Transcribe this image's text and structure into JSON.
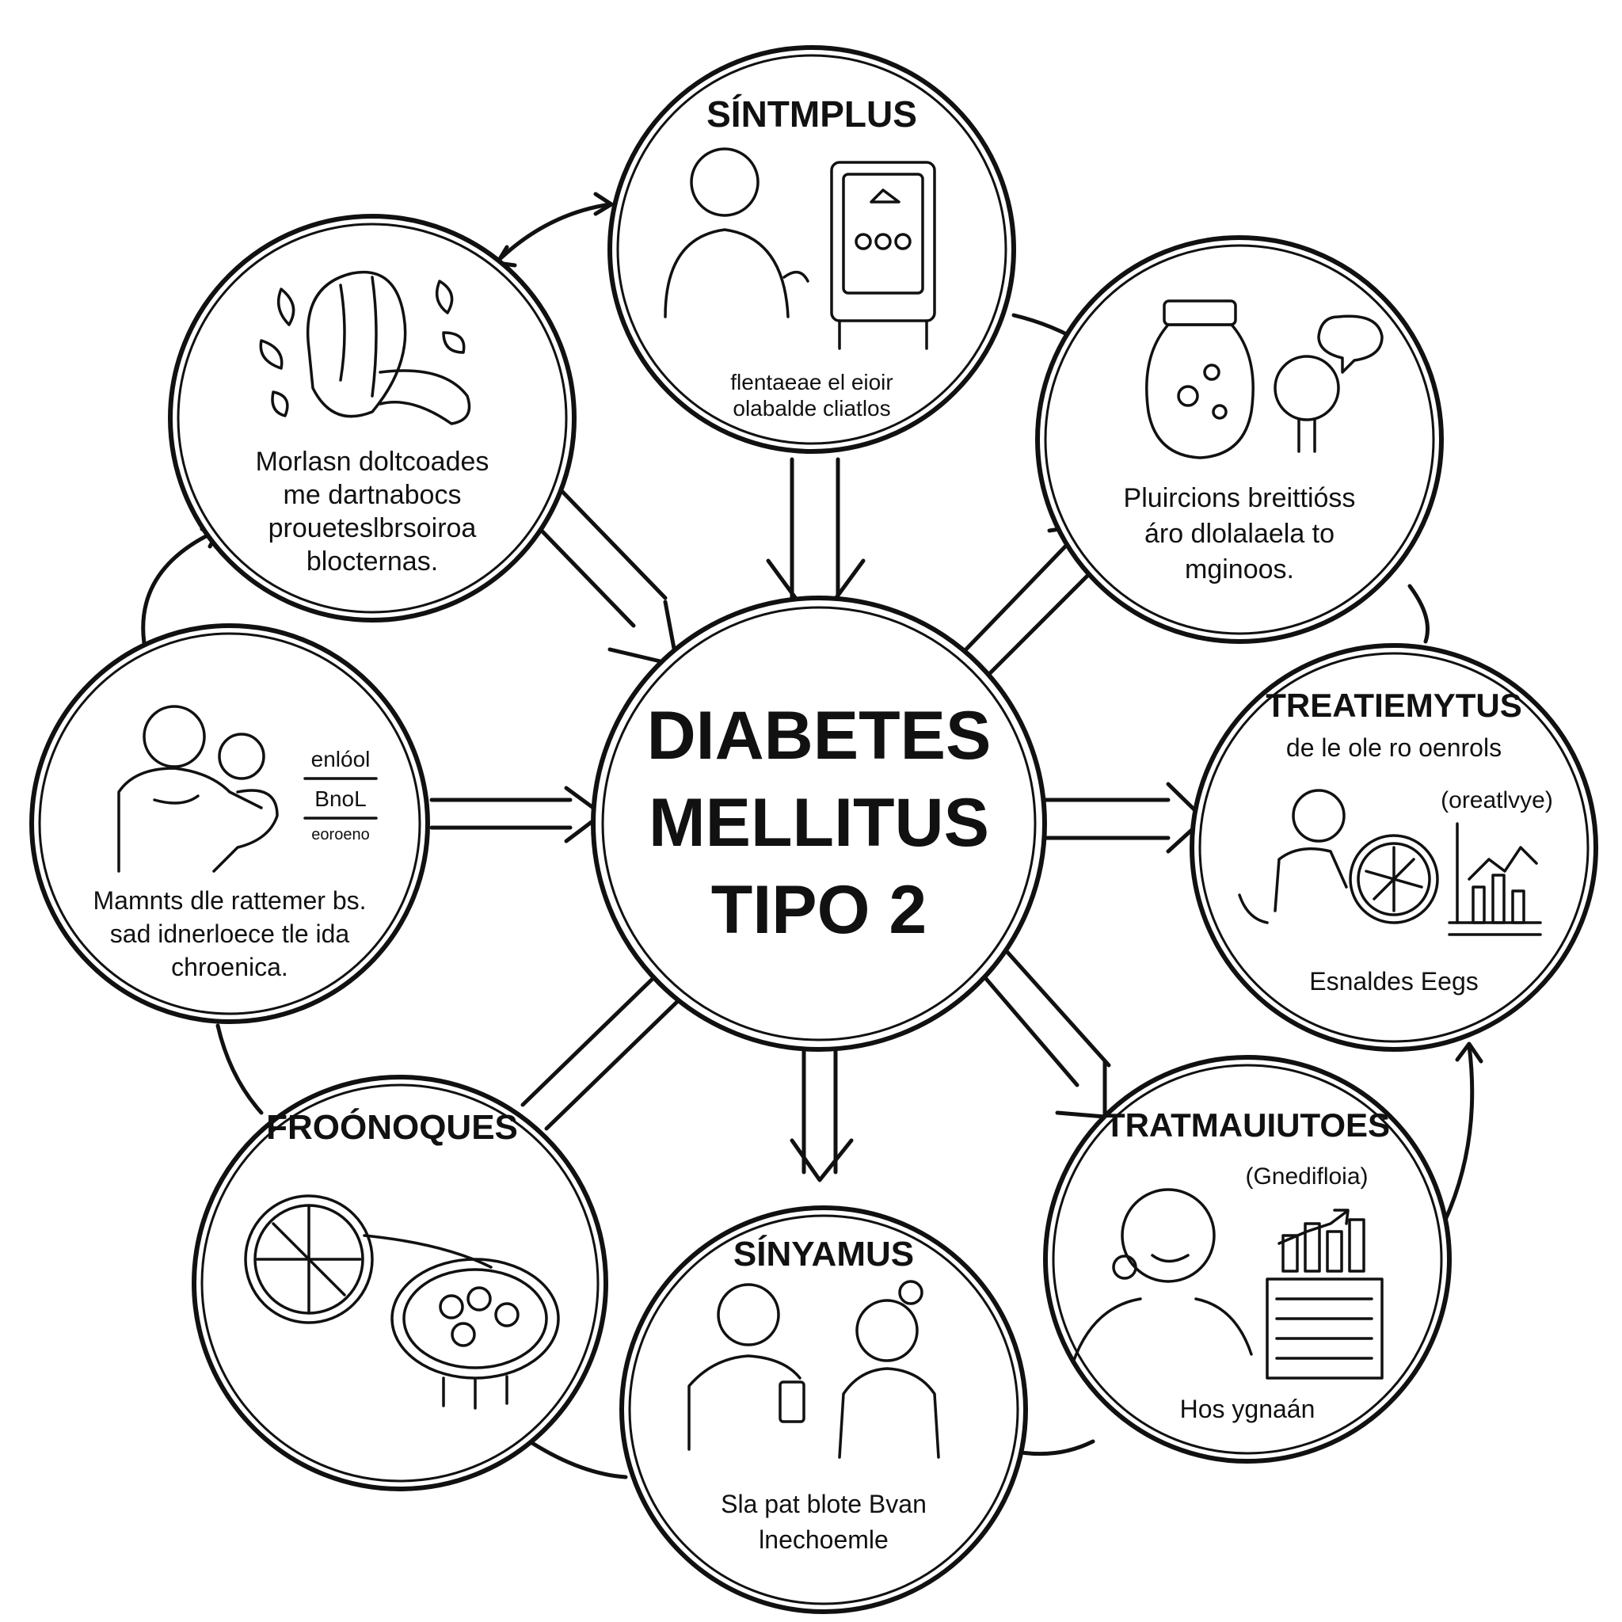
{
  "colors": {
    "ink": "#111111",
    "paper": "#ffffff"
  },
  "center": {
    "line1": "DIABETES",
    "line2": "MELLITUS",
    "line3": "TIPO 2"
  },
  "nodes": {
    "top": {
      "title": "SÍNTMPLUS",
      "caption": [
        "flentaeae el eioir",
        "olabalde cliatlos"
      ],
      "icons": [
        "person-icon",
        "glucose-monitor-icon"
      ]
    },
    "top_left": {
      "caption": [
        "Morlasn doltcoades",
        "me dartnabocs",
        "proueteslbrsoiroa",
        "blocternas."
      ],
      "icons": [
        "pancreas-hands-icon",
        "leaf-icon"
      ]
    },
    "top_right": {
      "caption": [
        "Pluircions breittióss",
        "áro dlolalaela to",
        "mginoos."
      ],
      "icons": [
        "jar-icon",
        "speech-bubble-icon"
      ]
    },
    "left": {
      "caption": [
        "Mamnts dle rattemer bs.",
        "sad idnerloece tle ida",
        "chroenica."
      ],
      "side_labels": [
        "enlóol",
        "BnoL",
        "eoroeno"
      ],
      "icons": [
        "man-icon",
        "magnifier-icon"
      ]
    },
    "right": {
      "title": "TREATIEMYTUS",
      "subtitle": "de le ole ro oenrols",
      "tag": "(oreatlvye)",
      "caption": "Esnaldes Eegs",
      "icons": [
        "boy-icon",
        "cell-diagram-icon",
        "bar-chart-icon"
      ]
    },
    "bottom_left": {
      "title": "FROÓNOQUES",
      "icons": [
        "organ-cross-section-icon"
      ]
    },
    "bottom": {
      "title": "SÍNYAMUS",
      "caption": [
        "Sla pat blote Bvan",
        "lnechoemle"
      ],
      "icons": [
        "man-with-phone-icon",
        "woman-icon"
      ]
    },
    "bottom_right": {
      "title": "TRATMAUIUTOES",
      "tag": "(Gnedifloia)",
      "caption": "Hos ygnaán",
      "icons": [
        "woman-portrait-icon",
        "growth-chart-icon",
        "document-icon"
      ]
    }
  }
}
